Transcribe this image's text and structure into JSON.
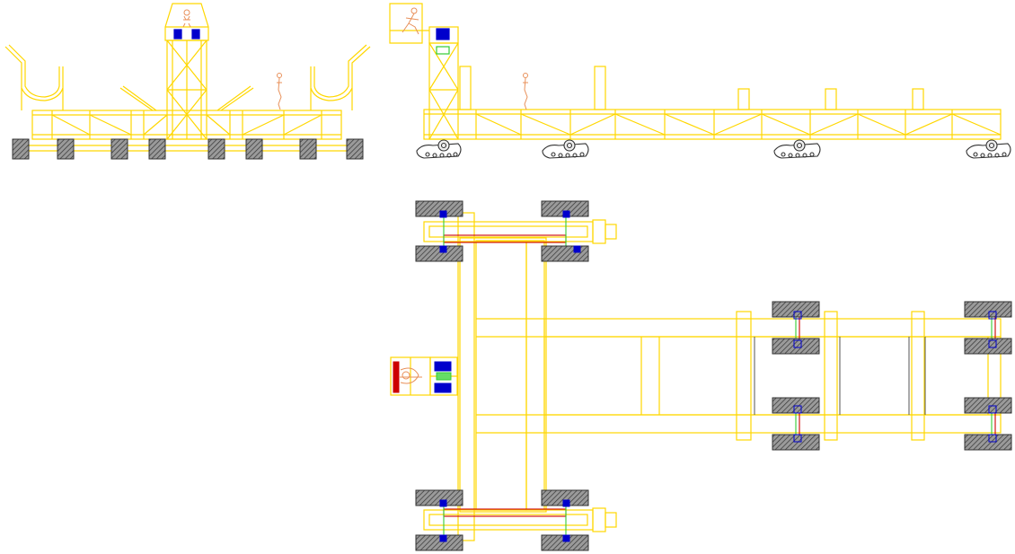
{
  "drawing": {
    "title": "",
    "colors": {
      "frame": "#FFD700",
      "frame_dark": "#E6B800",
      "motor": "#0000CC",
      "indicator": "#33CC33",
      "accent_red": "#CC0000",
      "figure": "#E8905A",
      "tire": "#444444",
      "track": "#333333",
      "background": "#FFFFFF"
    },
    "views": [
      {
        "name": "front-elevation",
        "label": ""
      },
      {
        "name": "side-elevation",
        "label": ""
      },
      {
        "name": "plan-view",
        "label": ""
      }
    ],
    "components": {
      "operator_cab": "cab",
      "drive_motor": "motor",
      "crawler_track": "crawler",
      "wheel": "wheel",
      "truss_beam": "truss",
      "operator_figure": "operator"
    }
  }
}
